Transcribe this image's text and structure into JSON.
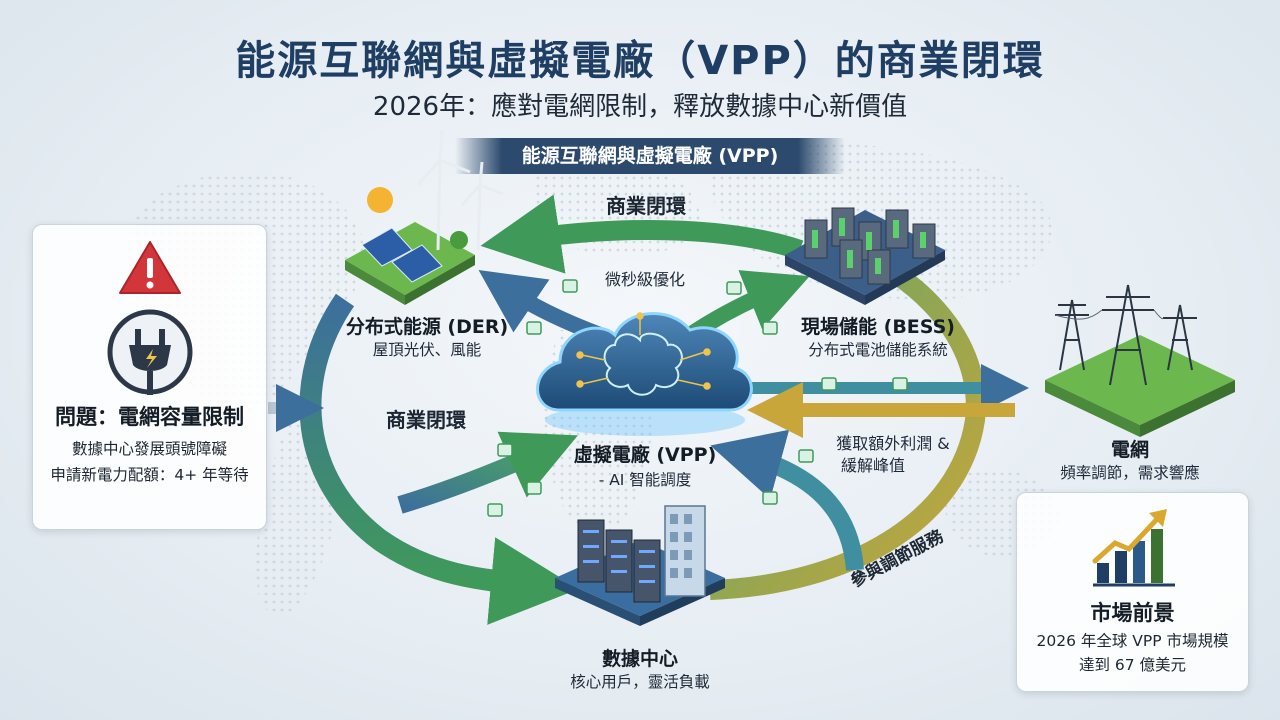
{
  "header": {
    "title": "能源互聯網與虛擬電廠（VPP）的商業閉環",
    "subtitle": "2026年：應對電網限制，釋放數據中心新價值",
    "banner": "能源互聯網與虛擬電廠 (VPP)"
  },
  "problem": {
    "title": "問題：電網容量限制",
    "line1": "數據中心發展頭號障礙",
    "line2": "申請新電力配額：4+ 年等待",
    "icons": [
      "warning-icon",
      "power-plug-icon",
      "arrow-right-icon"
    ]
  },
  "nodes": {
    "der": {
      "title": "分布式能源 (DER)",
      "subtitle": "屋頂光伏、風能",
      "icon": "solar-wind-icon"
    },
    "bess": {
      "title": "現場儲能 (BESS)",
      "subtitle": "分布式電池儲能系統",
      "icon": "battery-storage-icon"
    },
    "vpp": {
      "title": "虛擬電廠 (VPP)",
      "subtitle": "- AI 智能調度",
      "icon": "ai-brain-cloud-icon"
    },
    "grid": {
      "title": "電網",
      "subtitle": "頻率調節，需求響應",
      "icon": "power-tower-icon"
    },
    "dc": {
      "title": "數據中心",
      "subtitle": "核心用戶，靈活負載",
      "icon": "data-center-icon"
    }
  },
  "labels": {
    "loop_top": "商業閉環",
    "loop_left": "商業閉環",
    "microsecond": "微秒級優化",
    "profit_line1": "獲取額外利潤 &",
    "profit_line2": "緩解峰值",
    "regulation": "參與調節服務"
  },
  "market": {
    "title": "市場前景",
    "line1": "2026 年全球 VPP 市場規模",
    "line2": "達到 67 億美元",
    "icon": "growth-chart-icon"
  },
  "colors": {
    "title": "#1f3e63",
    "green_arrow": "#3f9a5a",
    "blue_arrow": "#3d6f9c",
    "gold_arrow": "#c9a63a",
    "warning": "#d3363a"
  }
}
